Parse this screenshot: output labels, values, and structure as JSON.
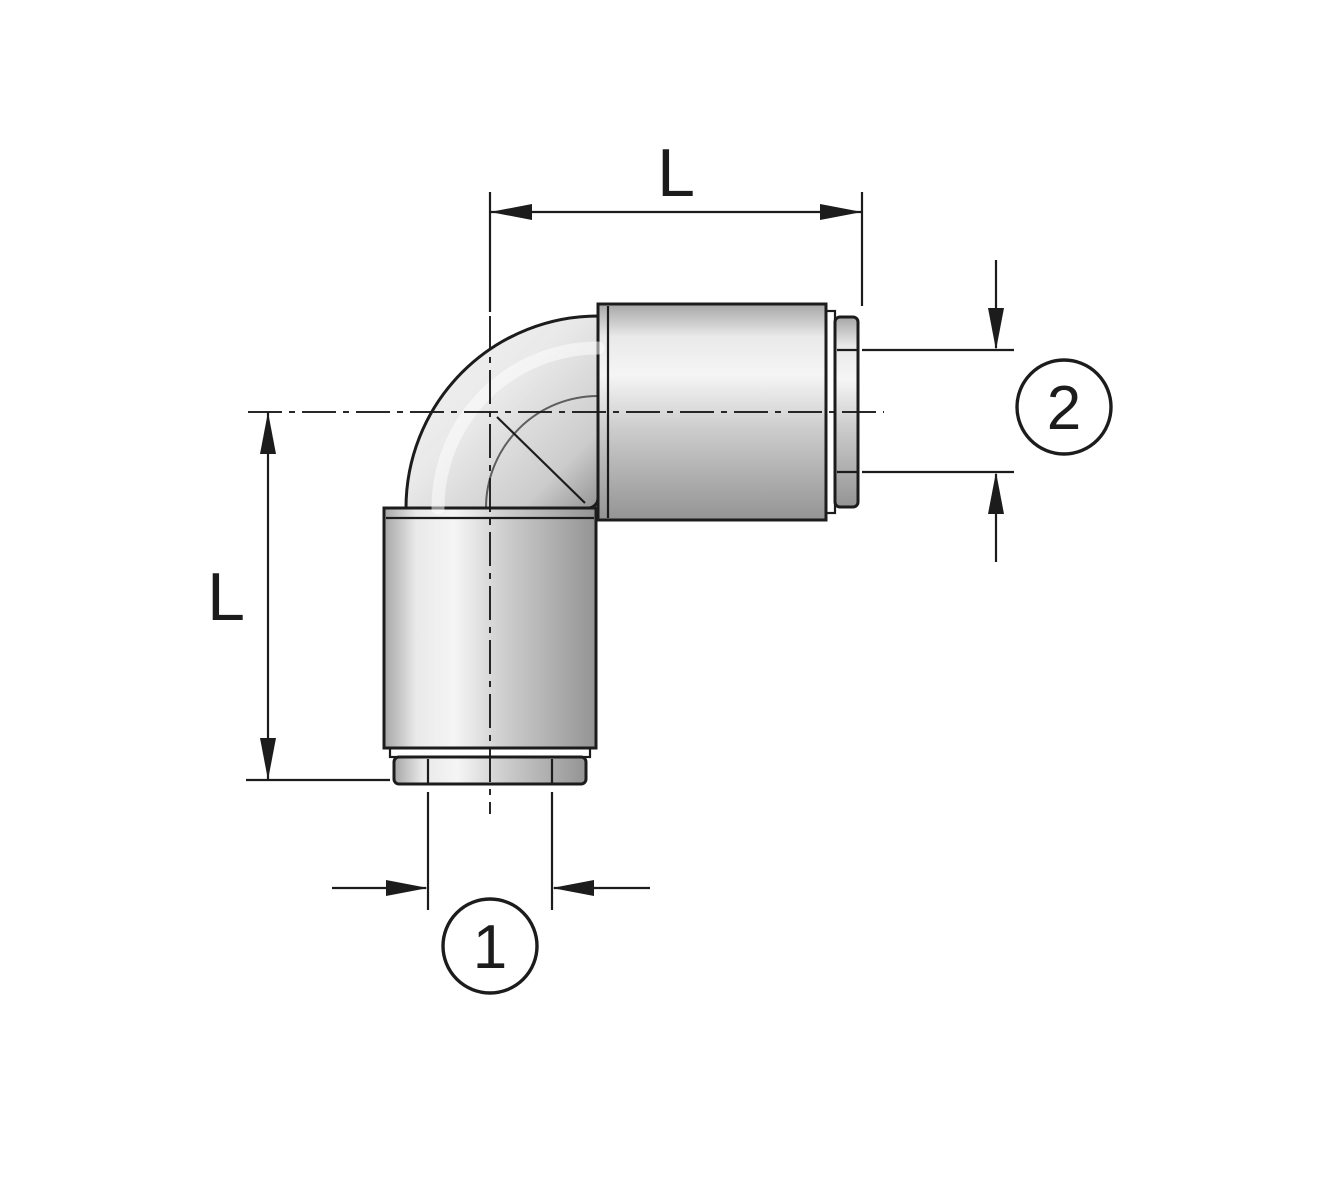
{
  "dimensions": {
    "length_top": {
      "label": "L"
    },
    "length_left": {
      "label": "L"
    }
  },
  "callouts": {
    "bottom_port": {
      "number": "1"
    },
    "right_port": {
      "number": "2"
    }
  },
  "colors": {
    "background": "#ffffff",
    "line": "#1c1c1c",
    "metal_edge": "#a6a6a6",
    "metal_light": "#e9e9e9",
    "metal_highlight": "#f5f5f5",
    "metal_mid": "#cccccc",
    "metal_shadow": "#949494",
    "groove": "#8e8e8e"
  }
}
